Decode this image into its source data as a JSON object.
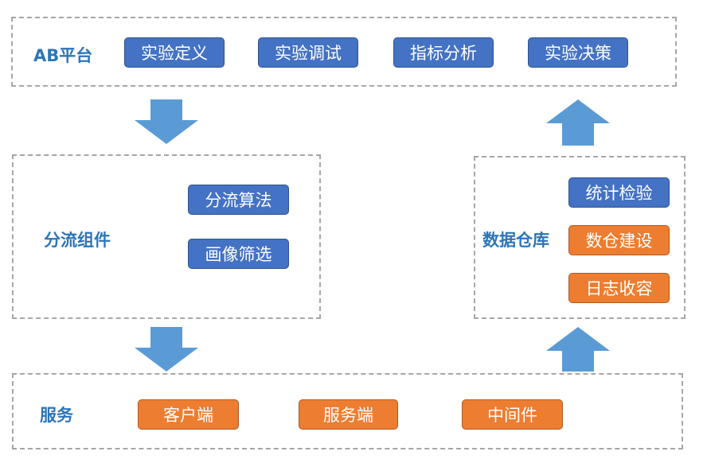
{
  "ab_platform": {
    "label": "AB平台",
    "items": [
      "实验定义",
      "实验调试",
      "指标分析",
      "实验决策"
    ]
  },
  "split": {
    "label": "分流组件",
    "items": [
      "分流算法",
      "画像筛选"
    ]
  },
  "service": {
    "label": "服务",
    "items": [
      "客户端",
      "服务端",
      "中间件"
    ]
  },
  "warehouse": {
    "label": "数据仓库",
    "items": [
      "统计检验",
      "数仓建设",
      "日志收容"
    ]
  },
  "colors": {
    "accent_text": "#2e75b6",
    "box_blue": "#4472c4",
    "box_orange": "#ed7d31",
    "arrow": "#5b9bd5",
    "dashed_border": "#a6a6a6"
  }
}
